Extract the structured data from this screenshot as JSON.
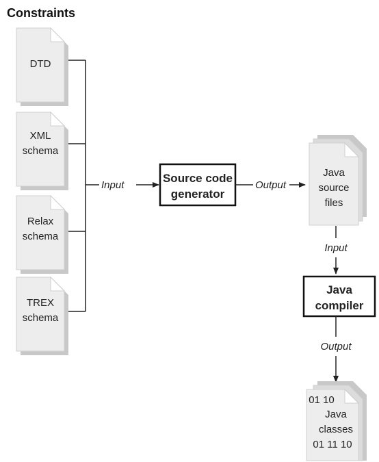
{
  "title": "Constraints",
  "inputs": [
    {
      "lines": [
        "DTD"
      ]
    },
    {
      "lines": [
        "XML",
        "schema"
      ]
    },
    {
      "lines": [
        "Relax",
        "schema"
      ]
    },
    {
      "lines": [
        "TREX",
        "schema"
      ]
    }
  ],
  "edge_labels": {
    "input_1": "Input",
    "output_1": "Output",
    "input_2": "Input",
    "output_2": "Output"
  },
  "generator": {
    "lines": [
      "Source code",
      "generator"
    ]
  },
  "java_source": {
    "lines": [
      "Java",
      "source",
      "files"
    ]
  },
  "compiler": {
    "lines": [
      "Java",
      "compiler"
    ]
  },
  "java_classes": {
    "lines": [
      "01 10",
      "Java",
      "classes",
      "01 11 10"
    ]
  }
}
